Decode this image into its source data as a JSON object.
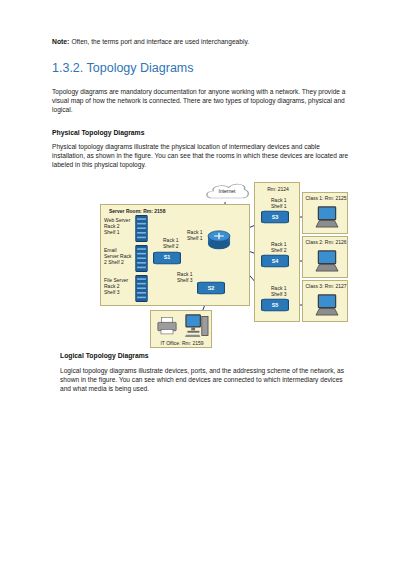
{
  "diagram": {
    "title": "1.3.2. Topology Diagrams",
    "nodes": [
      {
        "text": [
          "Internet"
        ]
      },
      {
        "text": [
          "Server Room: Rm: 2158"
        ]
      },
      {
        "text": [
          "Web Server Rack 2 Shelf 1"
        ],
        "in": 1
      },
      {
        "text": [
          "Email Server Rack 2 Shelf 2"
        ],
        "in": 1
      },
      {
        "text": [
          "File Server Rack 2 Shelf 3"
        ],
        "in": 1
      },
      {
        "text": [
          "Rack 1 Shelf 2",
          "S1"
        ],
        "in": 1
      },
      {
        "text": [
          "Rack 1 Shelf 1"
        ],
        "in": 1
      },
      {
        "text": [
          "Rack 1 Shelf 3",
          "S2"
        ],
        "in": 1
      },
      {
        "text": [
          "Rm: 2124"
        ]
      },
      {
        "text": [
          "Rack 1 Shelf 1",
          "S3"
        ],
        "in": 8
      },
      {
        "text": [
          "Rack 1 Shelf 2",
          "S4"
        ],
        "in": 8
      },
      {
        "text": [
          "Rack 1 Shelf 3",
          "S5"
        ],
        "in": 8
      },
      {
        "text": [
          "Class 1: Rm: 2125"
        ]
      },
      {
        "text": [
          "Class 2: Rm: 2126"
        ]
      },
      {
        "text": [
          "Class 3: Rm: 2127"
        ]
      },
      {
        "text": [
          "IT Office: Rm: 2159"
        ]
      }
    ],
    "edges": [
      {
        "from": 0,
        "to": 6,
        "arrow": "none"
      },
      {
        "from": 2,
        "to": 5,
        "arrow": "none"
      },
      {
        "from": 3,
        "to": 5,
        "arrow": "none"
      },
      {
        "from": 4,
        "to": 5,
        "arrow": "none"
      },
      {
        "from": 5,
        "to": 6,
        "arrow": "none"
      },
      {
        "from": 6,
        "to": 7,
        "arrow": "none"
      },
      {
        "from": 6,
        "to": 9,
        "arrow": "none"
      },
      {
        "from": 6,
        "to": 10,
        "arrow": "none"
      },
      {
        "from": 6,
        "to": 11,
        "arrow": "none"
      },
      {
        "from": 9,
        "to": 12,
        "arrow": "none"
      },
      {
        "from": 10,
        "to": 13,
        "arrow": "none"
      },
      {
        "from": 11,
        "to": 14,
        "arrow": "none"
      },
      {
        "from": 7,
        "to": 15,
        "arrow": "none"
      }
    ],
    "labels": [
      "Note:",
      "Often, the terms port and interface are used interchangeably.",
      "Topology diagrams are mandatory documentation for anyone working with a network. They provide a visual map of how the network is connected. There are two types of topology diagrams, physical and logical.",
      "Physical Topology Diagrams",
      "Physical topology diagrams illustrate the physical location of intermediary devices and cable installation, as shown in the figure. You can see that the rooms in which these devices are located are labeled in this physical topology.",
      "Logical Topology Diagrams",
      "Logical topology diagrams illustrate devices, ports, and the addressing scheme of the network, as shown in the figure. You can see which end devices are connected to which intermediary devices and what media is being used."
    ]
  }
}
